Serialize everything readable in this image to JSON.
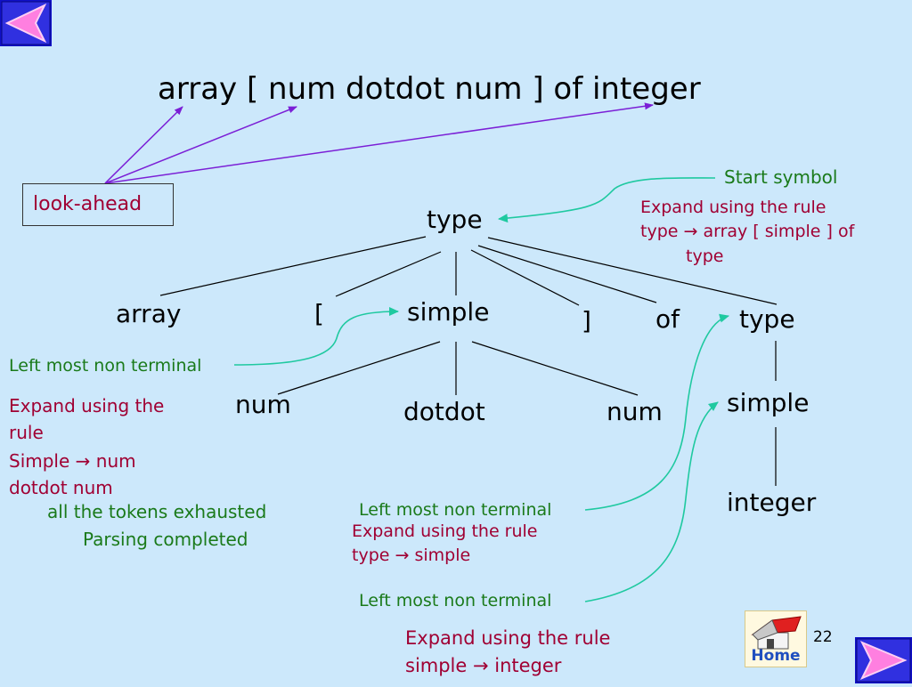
{
  "title": "array [ num dotdot num ] of integer",
  "look_ahead": "look-ahead",
  "tree": {
    "root": "type",
    "level1": {
      "array": "array",
      "lbracket": "[",
      "simple": "simple",
      "rbracket": "]",
      "of": "of",
      "type": "type"
    },
    "level2": {
      "num1": "num",
      "dotdot": "dotdot",
      "num2": "num",
      "simple_right": "simple"
    },
    "level3": {
      "integer": "integer"
    }
  },
  "annotations": {
    "start_symbol": "Start symbol",
    "expand_type_1": "Expand using the rule",
    "expand_type_2": "type → array [ simple ] of",
    "expand_type_3": "type",
    "leftmost_1": "Left most non terminal",
    "expand_simple_1": "Expand using the",
    "expand_simple_2": "rule",
    "expand_simple_3": "Simple → num",
    "expand_simple_4": "dotdot num",
    "exhausted": "all the tokens exhausted",
    "completed": "Parsing completed",
    "leftmost_2": "Left most non terminal",
    "expand_type_simple_1": "Expand using the rule",
    "expand_type_simple_2": "type → simple",
    "leftmost_3": "Left most non terminal",
    "expand_integer_1": "Expand using the rule",
    "expand_integer_2": "simple → integer"
  },
  "page_number": "22",
  "home_label": "Home",
  "colors": {
    "background": "#cce8fb",
    "lookahead_arrow": "#7b1fd6",
    "pointer_arrow": "#1fc9a0",
    "green_text": "#1a7a1a",
    "maroon_text": "#a00033",
    "nav_button": "#1010c8",
    "nav_arrow": "#ff7fe0"
  },
  "icons": {
    "back": "back-arrow-icon",
    "forward": "forward-arrow-icon",
    "home": "home-house-icon"
  }
}
